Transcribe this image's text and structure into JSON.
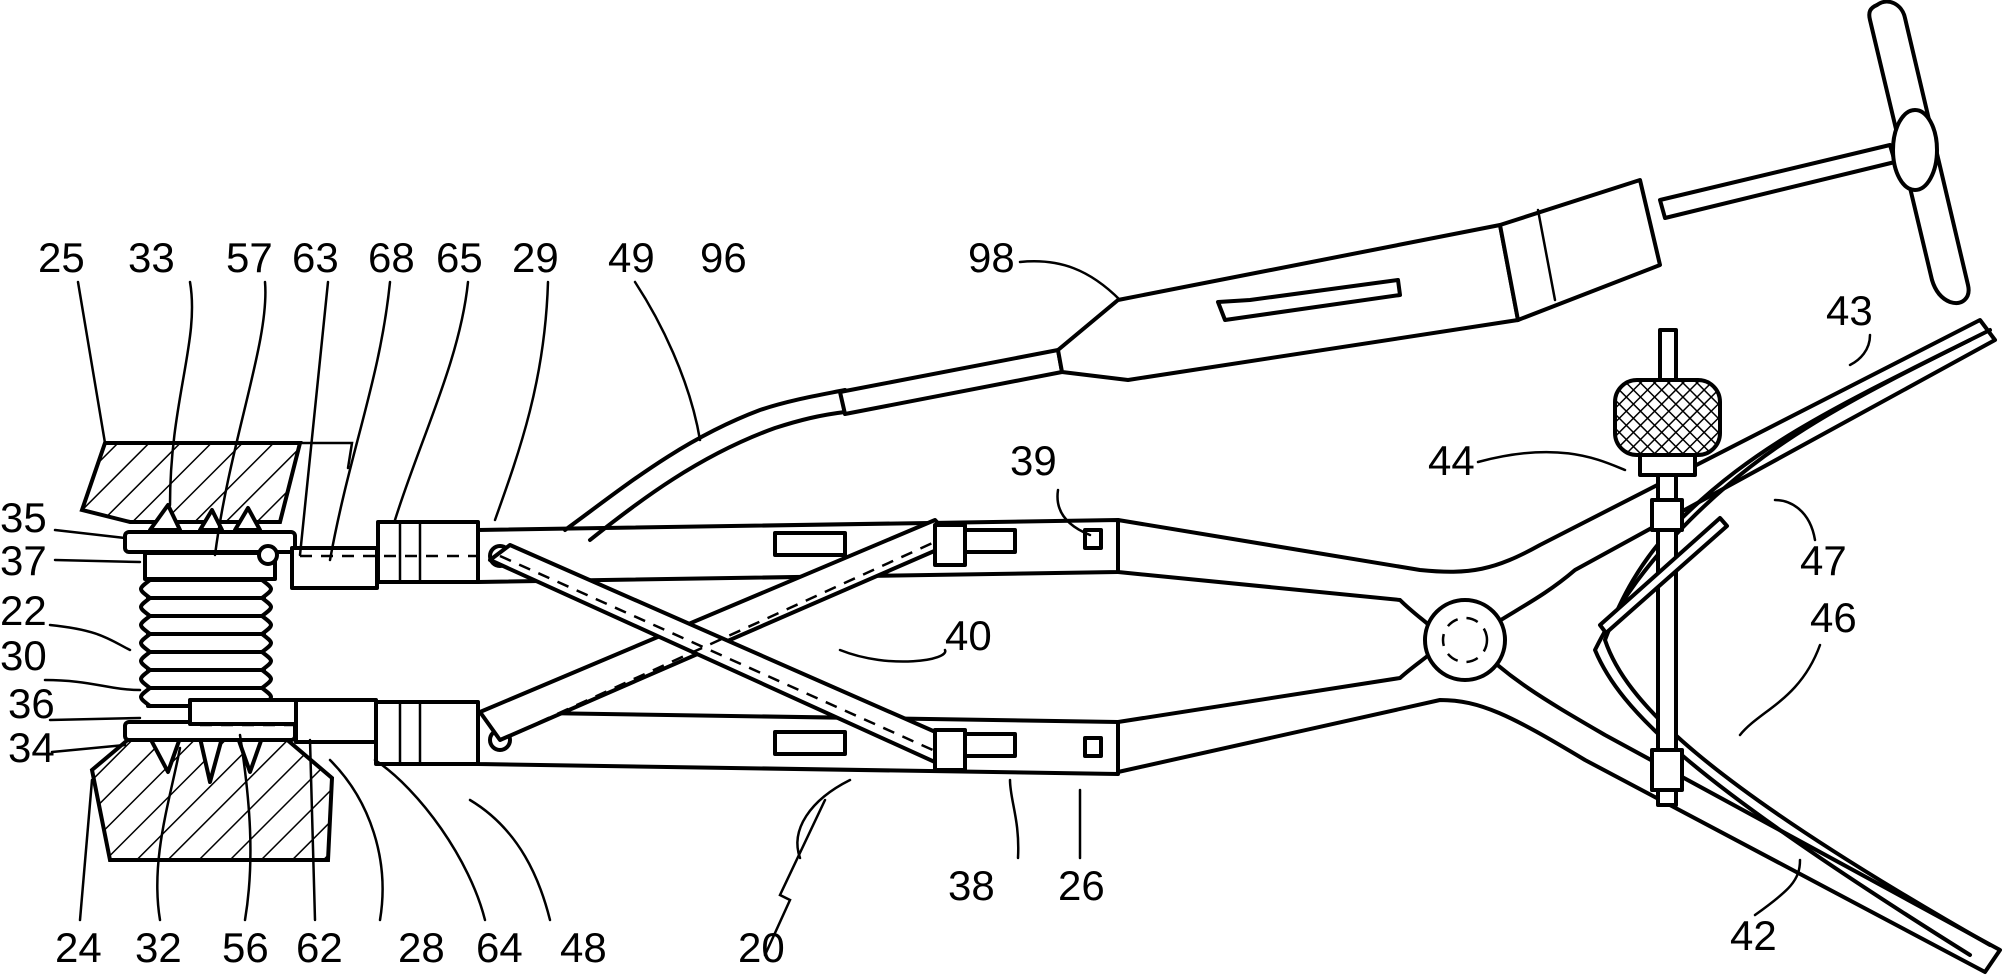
{
  "labels": {
    "l25": "25",
    "l33": "33",
    "l57": "57",
    "l63": "63",
    "l68": "68",
    "l65": "65",
    "l29": "29",
    "l49": "49",
    "l96": "96",
    "l98": "98",
    "l39": "39",
    "l44": "44",
    "l43": "43",
    "l47": "47",
    "l46": "46",
    "l35": "35",
    "l37": "37",
    "l22": "22",
    "l30": "30",
    "l36": "36",
    "l34": "34",
    "l40": "40",
    "l24": "24",
    "l32": "32",
    "l56": "56",
    "l62": "62",
    "l28": "28",
    "l64": "64",
    "l48": "48",
    "l20": "20",
    "l38": "38",
    "l26": "26",
    "l42": "42"
  }
}
